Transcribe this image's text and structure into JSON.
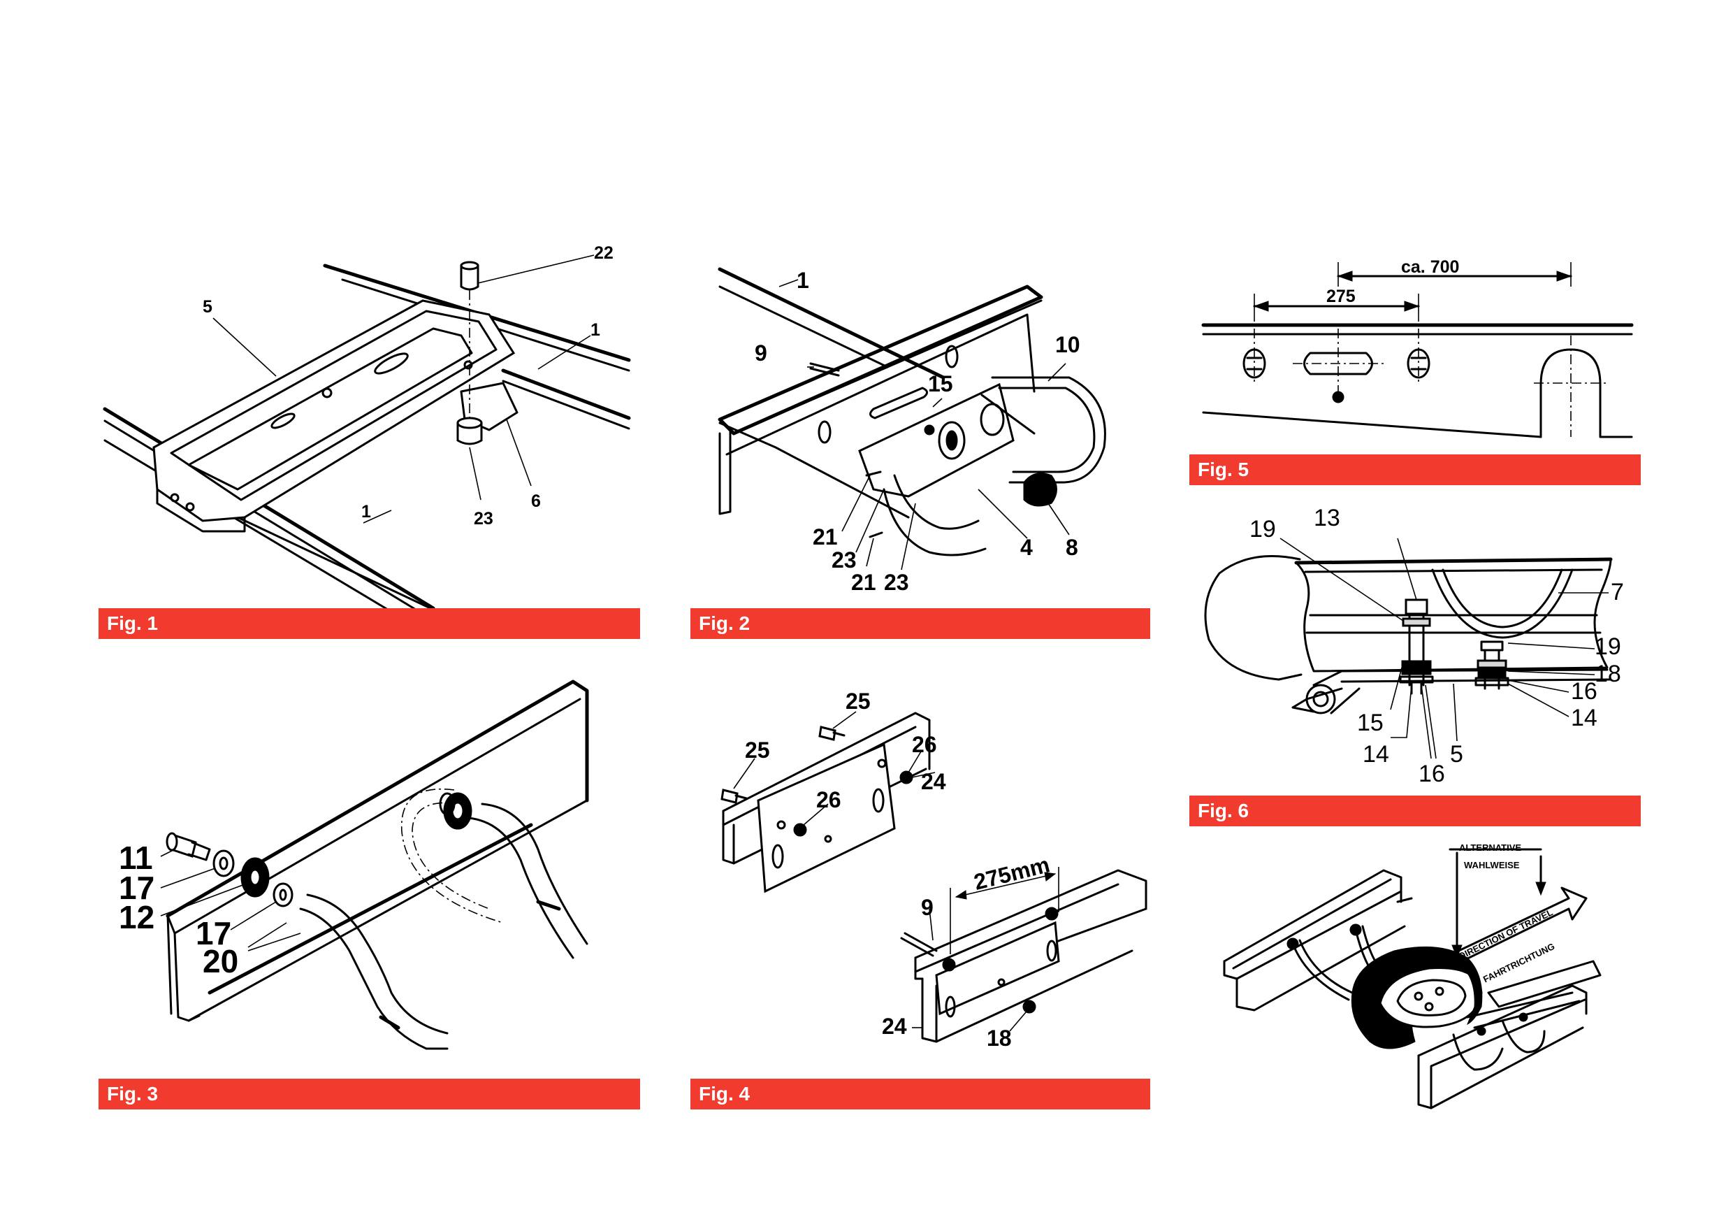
{
  "colors": {
    "caption_bar": "#f23b2f",
    "caption_text": "#ffffff",
    "lines": "#000000"
  },
  "figures": [
    {
      "caption": "Fig. 1",
      "labels": {
        "l22": "22",
        "l5": "5",
        "l1a": "1",
        "l1b": "1",
        "l23": "23",
        "l6": "6"
      }
    },
    {
      "caption": "Fig. 2",
      "labels": {
        "l1": "1",
        "l9": "9",
        "l15": "15",
        "l10": "10",
        "l21a": "21",
        "l23a": "23",
        "l21b": "21",
        "l23b": "23",
        "l4": "4",
        "l8": "8"
      }
    },
    {
      "caption": "Fig. 3",
      "labels": {
        "l11": "11",
        "l17a": "17",
        "l12": "12",
        "l17b": "17",
        "l20": "20"
      }
    },
    {
      "caption": "Fig. 4",
      "labels": {
        "l25a": "25",
        "l25b": "25",
        "l26a": "26",
        "l24a": "24",
        "l26b": "26",
        "l9": "9",
        "l275": "275mm",
        "l24b": "24",
        "l18": "18"
      }
    },
    {
      "caption": "Fig. 5",
      "labels": {
        "ca700": "ca. 700",
        "d275": "275"
      }
    },
    {
      "caption": "Fig. 6",
      "labels": {
        "l19a": "19",
        "l13": "13",
        "l7": "7",
        "l19b": "19",
        "l18": "18",
        "l16a": "16",
        "l14a": "14",
        "l15": "15",
        "l14b": "14",
        "l16b": "16",
        "l5": "5"
      }
    },
    {
      "caption": "",
      "labels": {
        "alt": "ALTERNATIVE",
        "wahl": "WAHLWEISE",
        "dir": "DIRECTION OF TRAVEL",
        "fahrt": "FAHRTRICHTUNG"
      }
    }
  ]
}
